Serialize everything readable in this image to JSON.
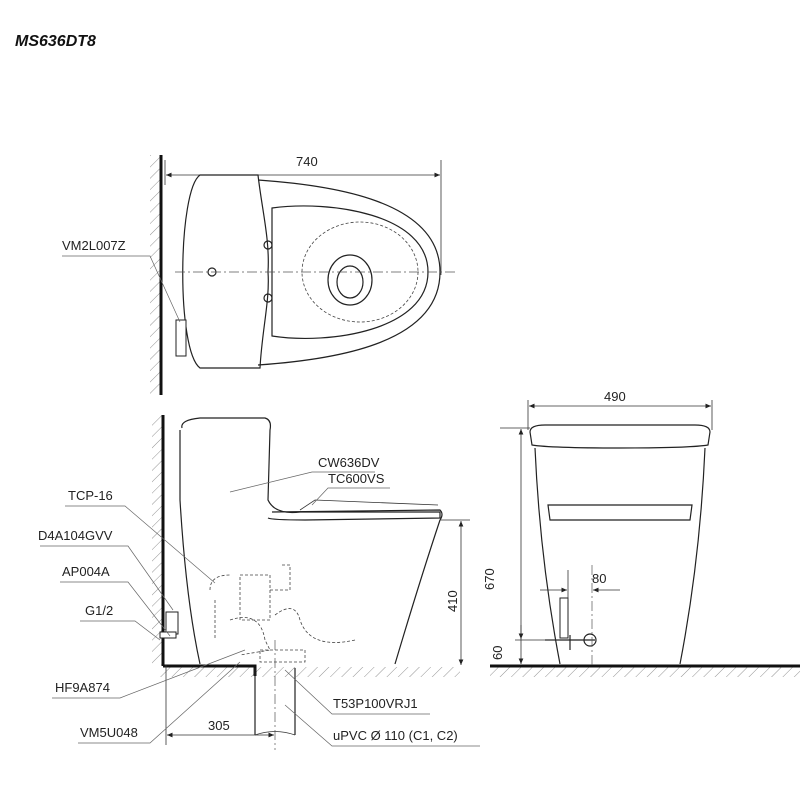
{
  "title": "MS636DT8",
  "top_view": {
    "width_dim": "740",
    "valve_label": "VM2L007Z"
  },
  "side_view": {
    "body_label": "CW636DV",
    "seat_label": "TC600VS",
    "labels_left": [
      "TCP-16",
      "D4A104GVV",
      "AP004A",
      "G1/2",
      "HF9A874",
      "VM5U048"
    ],
    "flange_label": "T53P100VRJ1",
    "pipe_label": "uPVC Ø 110 (C1, C2)",
    "height_dim": "410",
    "rough_in_dim": "305"
  },
  "front_view": {
    "width_dim": "490",
    "height_dim": "670",
    "offset_dim": "80",
    "inlet_height_dim": "60"
  }
}
